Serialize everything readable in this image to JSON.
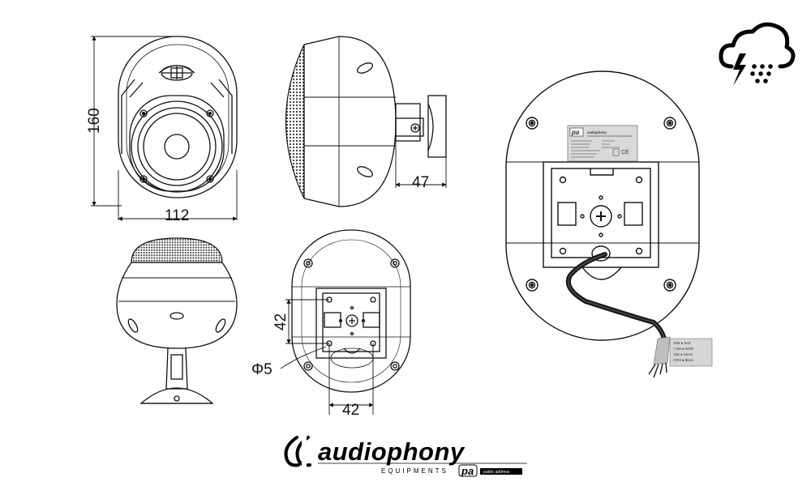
{
  "dimensions": {
    "height": "160",
    "width": "112",
    "depth": "47",
    "bracket_height": "42",
    "bracket_width": "42",
    "hole": "Φ5"
  },
  "icons": {
    "weather": "storm-snow-cloud-icon"
  },
  "label_plate": {
    "brand": "audiophony",
    "cable_labels": [
      "10W ● Red",
      "7.5W ● White",
      "15Ω ● Green",
      "COM ● Black"
    ]
  },
  "logo": {
    "brand": "audiophony",
    "sub": "EQUIPMENTS",
    "pa": "pa",
    "pa_note": "public address"
  },
  "colors": {
    "line": "#111111",
    "grille": "#444444",
    "plate": "#d9d9d9",
    "cable": "#1a1a1a"
  }
}
